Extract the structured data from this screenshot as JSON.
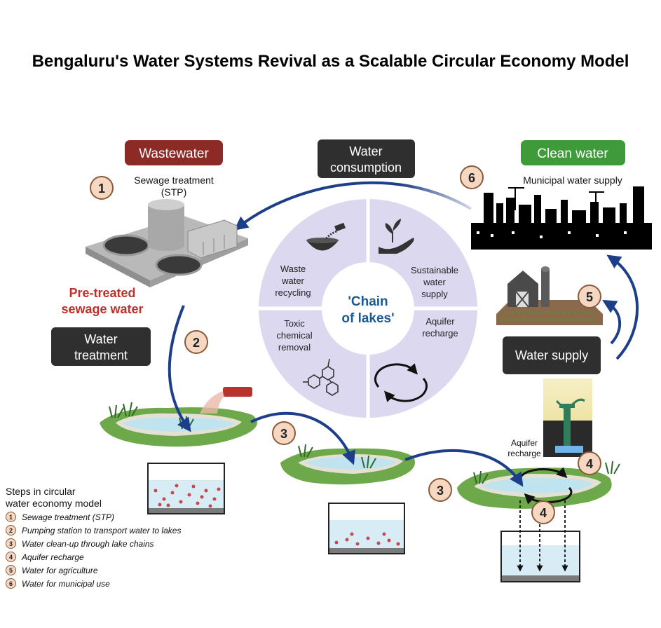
{
  "title": "Bengaluru's Water Systems Revival as a Scalable Circular Economy Model",
  "badges": {
    "wastewater": "Wastewater",
    "clean_water": "Clean water",
    "water_consumption_line1": "Water",
    "water_consumption_line2": "consumption",
    "water_treatment_line1": "Water",
    "water_treatment_line2": "treatment",
    "water_supply": "Water supply"
  },
  "labels": {
    "sewage_line1": "Sewage treatment",
    "sewage_line2": "(STP)",
    "municipal": "Municipal water supply",
    "pretreated_line1": "Pre-treated",
    "pretreated_line2": "sewage water",
    "aquifer_line1": "Aquifer",
    "aquifer_line2": "recharge"
  },
  "wheel": {
    "center_line1": "'Chain",
    "center_line2": "of lakes'",
    "q1": [
      "Waste",
      "water",
      "recycling"
    ],
    "q2": [
      "Sustainable",
      "water",
      "supply"
    ],
    "q3": [
      "Toxic",
      "chemical",
      "removal"
    ],
    "q4": [
      "Aquifer",
      "recharge"
    ]
  },
  "step_numbers": [
    "1",
    "2",
    "3",
    "3",
    "4",
    "4",
    "5",
    "6"
  ],
  "legend": {
    "head_line1": "Steps in circular",
    "head_line2": "water economy model",
    "items": [
      {
        "num": "1",
        "text": "Sewage treatment (STP)"
      },
      {
        "num": "2",
        "text": "Pumping station to transport water to lakes"
      },
      {
        "num": "3",
        "text": "Water clean-up through lake chains"
      },
      {
        "num": "4",
        "text": "Aquifer recharge"
      },
      {
        "num": "5",
        "text": "Water for agriculture"
      },
      {
        "num": "6",
        "text": "Water for municipal use"
      }
    ]
  },
  "colors": {
    "wastewater_badge": "#8c2a25",
    "clean_badge": "#3f9a3a",
    "dark_badge": "#2f2f2f",
    "pretreated_text": "#c0302a",
    "arrow": "#1d3f8a",
    "wheel_fill": "#dcd8f0",
    "wheel_center": "#1d5a94",
    "step_circle": "#f6d8c2"
  }
}
